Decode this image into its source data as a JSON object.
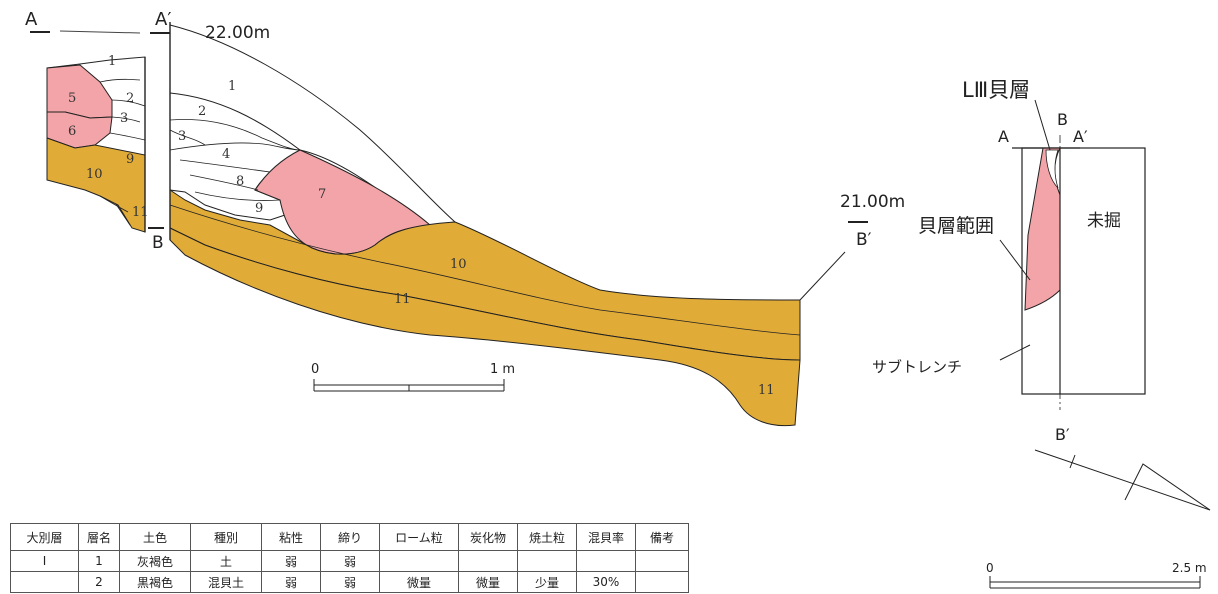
{
  "section_labels": {
    "a": "A",
    "a_prime": "A′",
    "b": "B",
    "b_prime": "B′",
    "elev_top": "22.00m",
    "elev_bottom": "21.00m",
    "scale_left": {
      "start": "0",
      "end": "1 m"
    }
  },
  "plan_labels": {
    "shell_layer": "LⅢ貝層",
    "b": "B",
    "a": "A",
    "a_prime": "A′",
    "b_prime": "B′",
    "shell_range": "貝層範囲",
    "unexcavated": "未掘",
    "subtrench": "サブトレンチ",
    "scale": {
      "start": "0",
      "end": "2.5 m"
    }
  },
  "layer_numbers": {
    "left_block": [
      "1",
      "2",
      "3",
      "5",
      "6",
      "9",
      "10",
      "11"
    ],
    "main_block": [
      "1",
      "2",
      "3",
      "4",
      "8",
      "9",
      "7",
      "10",
      "11",
      "11"
    ]
  },
  "colors": {
    "shell_layer": "#f2a4a8",
    "loam_layer": "#e1ab38",
    "upper_layer": "#ffffff",
    "line": "#222222"
  },
  "table": {
    "headers": [
      "大別層",
      "層名",
      "土色",
      "種別",
      "粘性",
      "締り",
      "ローム粒",
      "炭化物",
      "焼土粒",
      "混貝率",
      "備考"
    ],
    "rows": [
      [
        "Ⅰ",
        "1",
        "灰褐色",
        "土",
        "弱",
        "弱",
        "",
        "",
        "",
        "",
        ""
      ],
      [
        "",
        "2",
        "黒褐色",
        "混貝土",
        "弱",
        "弱",
        "微量",
        "微量",
        "少量",
        "30%",
        ""
      ]
    ]
  }
}
